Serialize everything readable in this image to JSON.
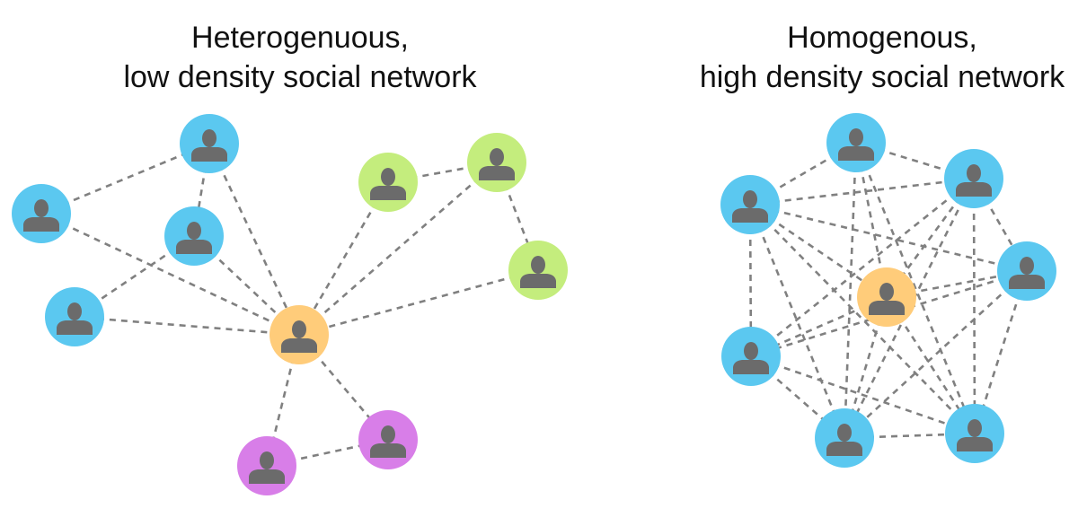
{
  "diagram": {
    "left": {
      "title_line1": "Heterogenuous,",
      "title_line2": "low density social network"
    },
    "right": {
      "title_line1": "Homogenous,",
      "title_line2": "high density social network"
    }
  },
  "colors": {
    "blue": "#5bc8f0",
    "green": "#c4ed7d",
    "orange": "#ffcc7a",
    "purple": "#d87ee8",
    "edge": "#808080",
    "person": "#6b6b6b"
  }
}
